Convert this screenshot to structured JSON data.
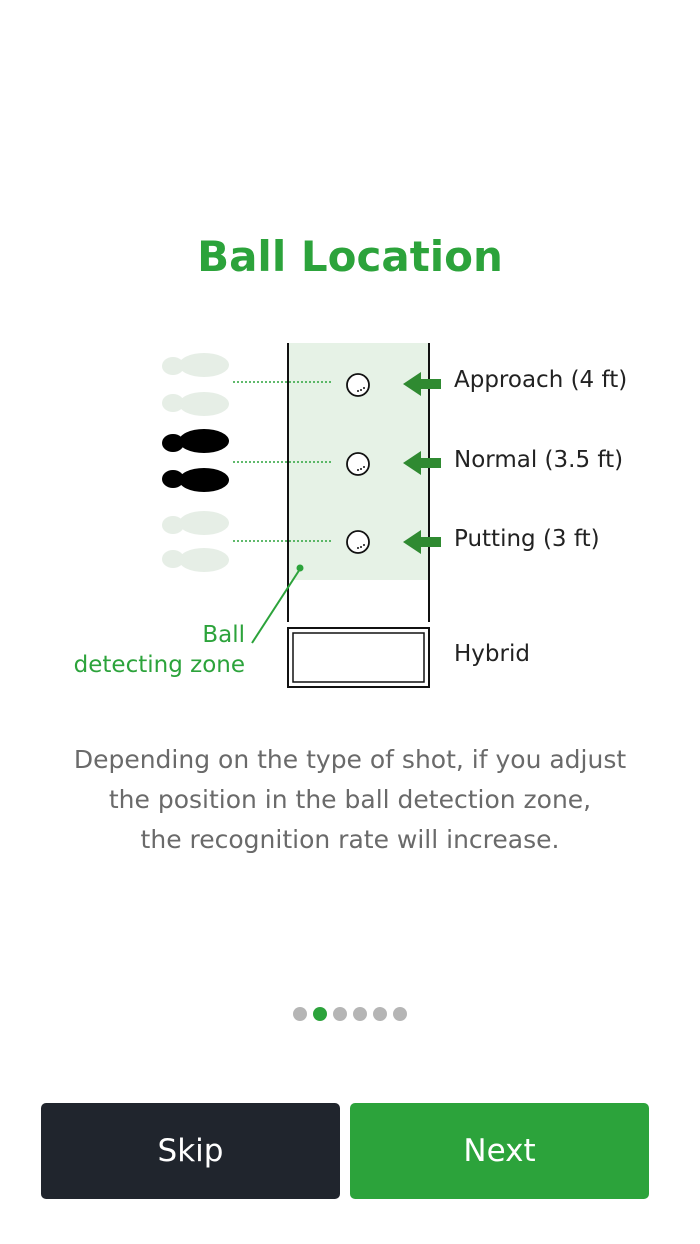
{
  "title": "Ball Location",
  "diagram": {
    "positions": [
      {
        "label": "Approach (4 ft)"
      },
      {
        "label": "Normal (3.5 ft)"
      },
      {
        "label": "Putting (3 ft)"
      }
    ],
    "hybrid_label": "Hybrid",
    "zone_label_line1": "Ball",
    "zone_label_line2": "detecting zone",
    "colors": {
      "accent": "#2ca33b",
      "zone_fill": "#e6f2e6",
      "foot_active": "#000000",
      "foot_inactive": "#e6eee6"
    }
  },
  "description": {
    "line1": "Depending on the type of shot, if you adjust",
    "line2": "the position in the ball detection zone,",
    "line3": "the recognition rate will increase."
  },
  "pagination": {
    "total": 6,
    "active_index": 1
  },
  "buttons": {
    "skip_label": "Skip",
    "next_label": "Next"
  }
}
